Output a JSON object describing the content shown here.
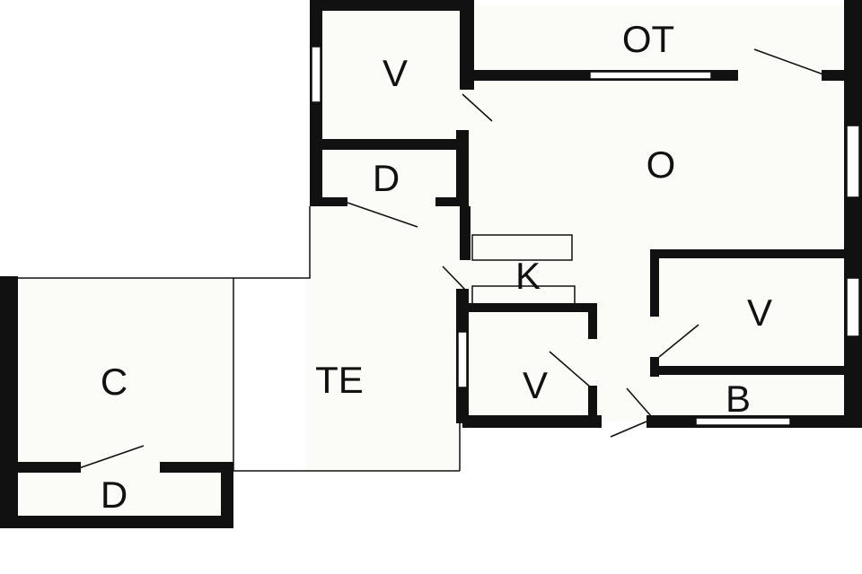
{
  "floor_plan": {
    "rooms": {
      "ot": "OT",
      "v_top": "V",
      "o": "O",
      "d_upper": "D",
      "k": "K",
      "v_right": "V",
      "v_small": "V",
      "b": "B",
      "c": "C",
      "te": "TE",
      "d_lower": "D"
    }
  }
}
